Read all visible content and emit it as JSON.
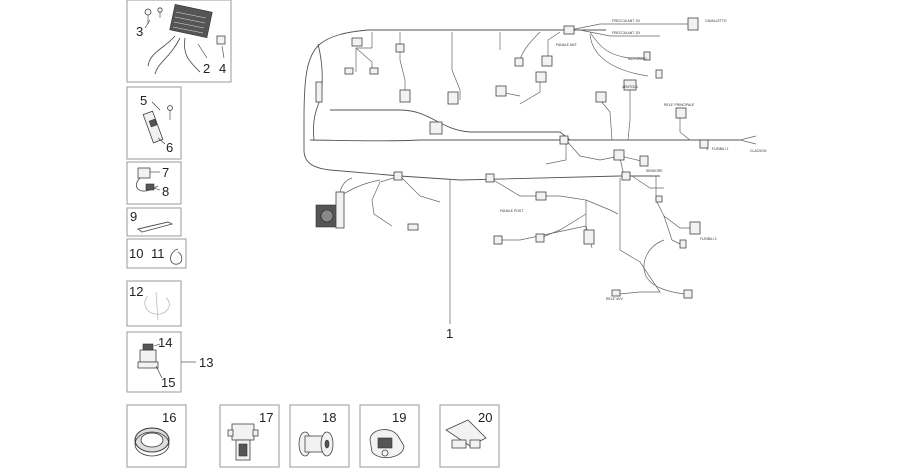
{
  "parts": {
    "p1": "1",
    "p2": "2",
    "p3": "3",
    "p4": "4",
    "p5": "5",
    "p6": "6",
    "p7": "7",
    "p8": "8",
    "p9": "9",
    "p10": "10",
    "p11": "11",
    "p12": "12",
    "p13": "13",
    "p14": "14",
    "p15": "15",
    "p16": "16",
    "p17": "17",
    "p18": "18",
    "p19": "19",
    "p20": "20"
  },
  "wire_labels": {
    "l_cavalletto": "CAVALLETTO",
    "l_frecc_ant_sx": "FRECCIA ANT. SX",
    "l_frecc_ant_dx": "FRECCIA ANT. DX",
    "l_fanale_ant": "FANALE ANT.",
    "l_motorino": "MOTORINO",
    "l_relay_princ": "RELE' PRINCIPALE",
    "l_ventola": "VENTOLA",
    "l_fusibili1": "FUSIBILI 1",
    "l_clacson": "CLACSON",
    "l_fanale_post": "FANALE POST.",
    "l_fusibili2": "FUSIBILI 2",
    "l_sensore": "SENSORE",
    "l_rele_avv": "RELE' AVV."
  }
}
